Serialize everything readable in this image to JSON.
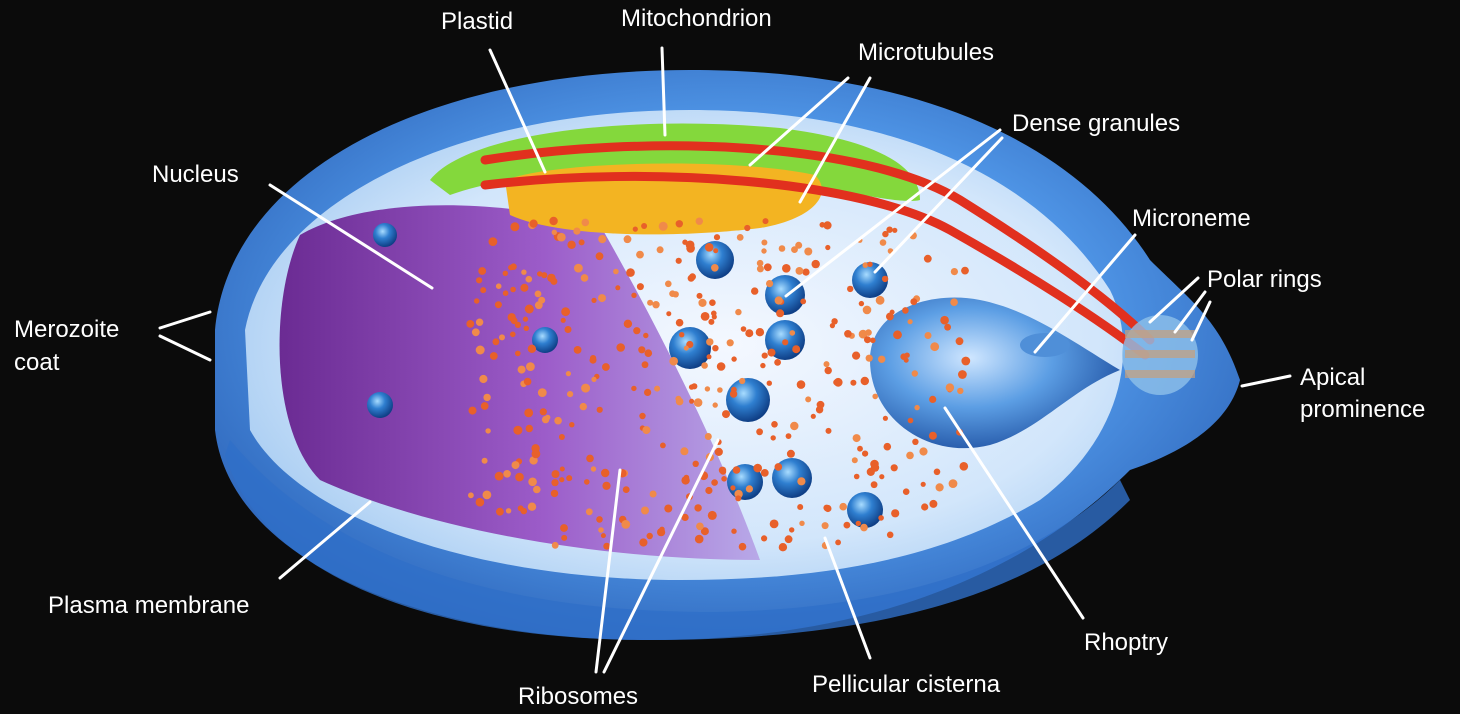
{
  "labels": {
    "plastid": "Plastid",
    "mitochondrion": "Mitochondrion",
    "microtubules": "Microtubules",
    "dense_granules": "Dense granules",
    "nucleus": "Nucleus",
    "microneme": "Microneme",
    "polar_rings": "Polar rings",
    "merozoite_coat_line1": "Merozoite",
    "merozoite_coat_line2": "coat",
    "apical_prominence_line1": "Apical",
    "apical_prominence_line2": "prominence",
    "plasma_membrane": "Plasma membrane",
    "rhoptry": "Rhoptry",
    "pellicular_cisterna": "Pellicular cisterna",
    "ribosomes": "Ribosomes"
  },
  "colors": {
    "background": "#0b0b0b",
    "cell_blue": "#3f86e0",
    "nucleus_purple": "#7a3fa6",
    "mitochondrion_green": "#7fd43a",
    "plastid_yellow": "#f2b320",
    "microtubule_red": "#e0301e",
    "ribosome_orange": "#e8602a",
    "leader_line": "#ffffff"
  }
}
